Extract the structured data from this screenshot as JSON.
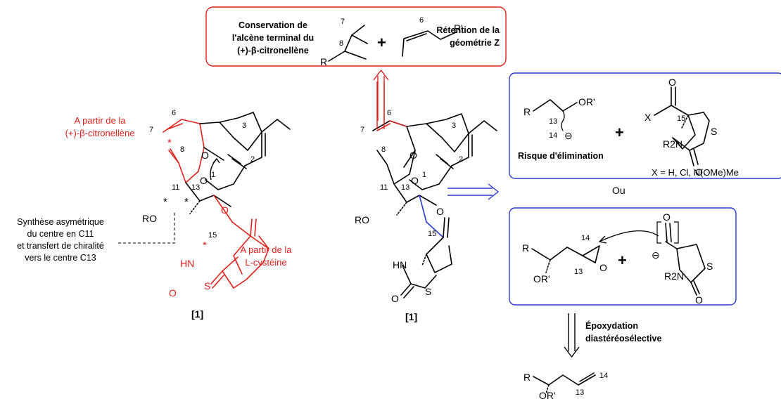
{
  "colors": {
    "accent_red": "#e0201b",
    "accent_blue": "#2a3bd0"
  },
  "top_box": {
    "left_label": [
      "Conservation de",
      "l'alcène terminal du",
      "(+)-β-citronellène"
    ],
    "right_label": [
      "Rétention de la",
      "géométrie Z"
    ],
    "plus": "+",
    "nums": {
      "n7": "7",
      "n8": "8",
      "n6": "6"
    },
    "atoms": {
      "r": "R",
      "rp": "R'"
    }
  },
  "left_mol": {
    "nums": {
      "n6": "6",
      "n7": "7",
      "n8": "8",
      "n3": "3",
      "n2": "2",
      "n1": "1",
      "n11": "11",
      "n13": "13",
      "n15": "15"
    },
    "star": "*",
    "atoms": {
      "o_ester": "O",
      "o_carbonyl": "O",
      "o_ketone": "O",
      "ro": "RO",
      "hn": "HN",
      "s": "S",
      "o_thz": "O"
    },
    "ann_citro": [
      "A partir de la",
      "(+)-β-citronellène"
    ],
    "ann_cys": [
      "A partir de la",
      "L-cystéine"
    ],
    "ann_asym": [
      "Synthèse asymétrique",
      "du centre en C11",
      "et transfert de chiralité",
      "vers le centre C13"
    ],
    "ref": "[1]"
  },
  "mid_mol": {
    "nums": {
      "n6": "6",
      "n7": "7",
      "n8": "8",
      "n3": "3",
      "n2": "2",
      "n1": "1",
      "n11": "11",
      "n13": "13",
      "n15": "15"
    },
    "atoms": {
      "o_ester": "O",
      "o_carbonyl": "O",
      "o_ketone": "O",
      "ro": "RO",
      "hn": "HN",
      "s": "S",
      "o_thz": "O"
    },
    "ref": "[1]"
  },
  "box_a": {
    "atoms": {
      "r": "R",
      "orp": "OR'",
      "x": "X",
      "o": "O",
      "r2n": "R2N",
      "s": "S",
      "o2": "O"
    },
    "nums": {
      "n13": "13",
      "n14": "14",
      "n15": "15"
    },
    "minus": "⊖",
    "plus": "+",
    "risk": "Risque d'élimination",
    "x_options": "X = H, Cl, N(OMe)Me"
  },
  "ou": "Ou",
  "box_b": {
    "atoms": {
      "r": "R",
      "orp": "OR'",
      "o_epox": "O",
      "o_ald": "O",
      "r2n": "R2N",
      "s": "S",
      "o2": "O"
    },
    "nums": {
      "n13": "13",
      "n14": "14"
    },
    "minus": "⊖",
    "plus": "+"
  },
  "epoxidation": [
    "Époxydation",
    "diastéréosélective"
  ],
  "bottom_mol": {
    "atoms": {
      "r": "R",
      "orp": "OR'"
    },
    "nums": {
      "n13": "13",
      "n14": "14"
    }
  }
}
